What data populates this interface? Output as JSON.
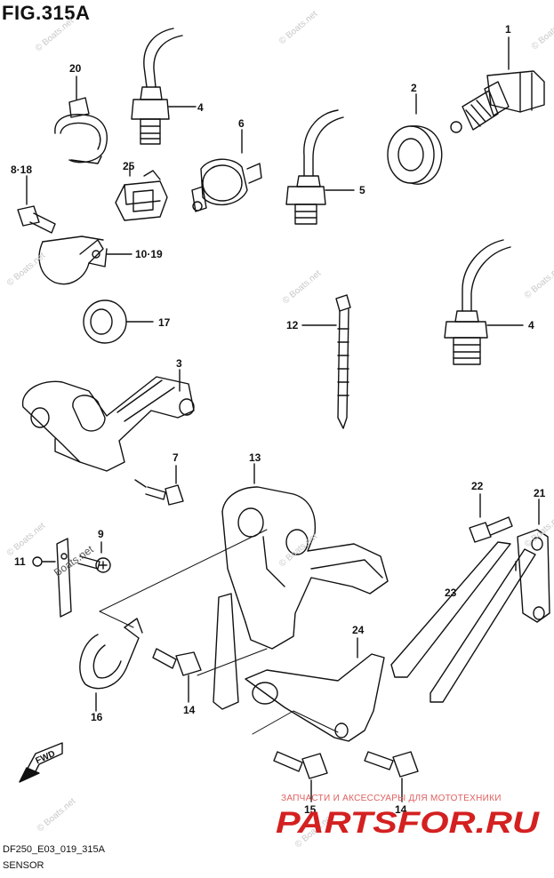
{
  "figure": {
    "title": "FIG.315A",
    "drawing_code": "DF250_E03_019_315A",
    "section": "SENSOR"
  },
  "callouts": [
    "1",
    "2",
    "4",
    "20",
    "6",
    "25",
    "5",
    "8·18",
    "10·19",
    "17",
    "12",
    "4",
    "3",
    "7",
    "13",
    "22",
    "21",
    "9",
    "11",
    "23",
    "24",
    "16",
    "14",
    "15",
    "14"
  ],
  "watermarks": [
    "© Boats.net",
    "© Boats.net",
    "© Boats.net",
    "© Boats.net",
    "© Boats.net",
    "© Boats.net",
    "© Boats.net",
    "© Boats.net",
    "© Boats.net",
    "© Boats.net",
    "© Boats.net",
    "Boats.net"
  ],
  "logo": {
    "tagline": "ЗАПЧАСТИ И АКСЕССУАРЫ ДЛЯ МОТОТЕХНИКИ",
    "brand": "PARTSFOR.RU",
    "color": "#d42020"
  },
  "fwd_label": "FWD"
}
